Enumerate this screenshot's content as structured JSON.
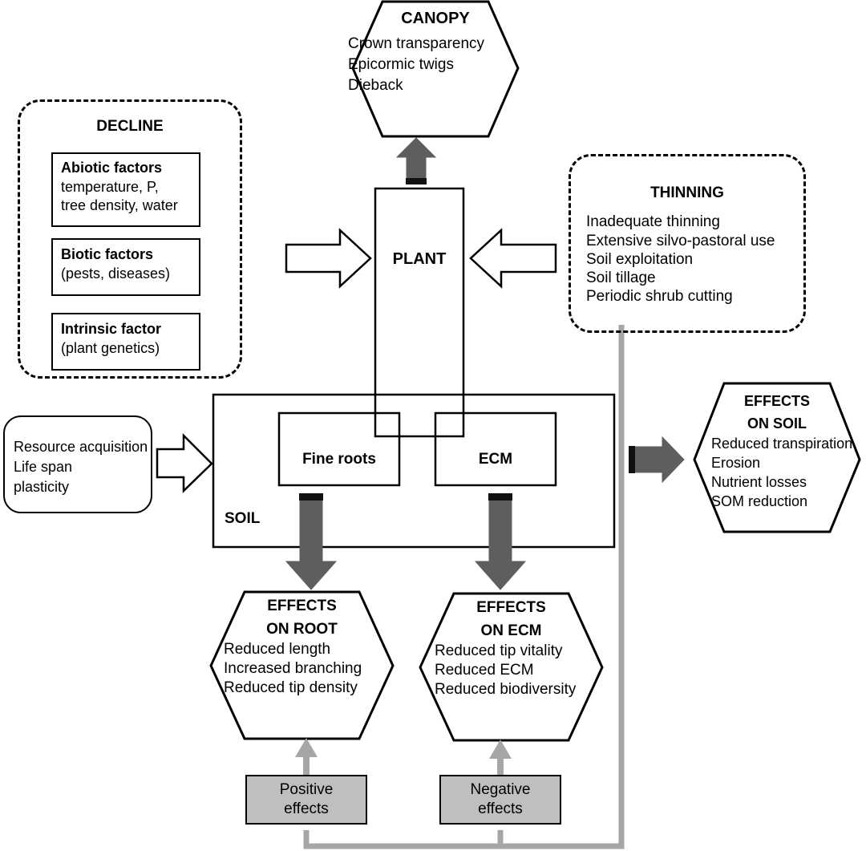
{
  "diagram": {
    "title": "Conceptual diagram of plant decline, thinning and effects on roots, ECM and soil",
    "colors": {
      "outline": "#000000",
      "dark_arrow": "#5e5e5e",
      "dark_arrow_cap": "#111111",
      "light_arrow": "#a6a6a6",
      "gray_box_fill": "#bfbfbf",
      "connector_gray": "#a6a6a6",
      "background": "#ffffff"
    }
  },
  "canopy": {
    "title": "CANOPY",
    "lines": [
      "Crown transparency",
      "Epicormic twigs",
      "Dieback"
    ]
  },
  "decline": {
    "title": "DECLINE",
    "factors": [
      {
        "heading": "Abiotic factors",
        "lines": [
          "temperature, P,",
          "tree density, water"
        ]
      },
      {
        "heading": "Biotic factors",
        "lines": [
          "(pests, diseases)"
        ]
      },
      {
        "heading": "Intrinsic factor",
        "lines": [
          "(plant genetics)"
        ]
      }
    ]
  },
  "thinning": {
    "title": "THINNING",
    "lines": [
      "Inadequate thinning",
      "Extensive silvo-pastoral use",
      "Soil exploitation",
      "Soil tillage",
      "Periodic shrub cutting"
    ]
  },
  "plant": {
    "label": "PLANT"
  },
  "soil": {
    "label": "SOIL",
    "compartments": [
      {
        "label": "Fine roots"
      },
      {
        "label": "ECM"
      }
    ]
  },
  "resource": {
    "lines": [
      "Resource acquisition",
      "Life span",
      "plasticity"
    ]
  },
  "effects_on_soil": {
    "title_lines": [
      "EFFECTS",
      "ON SOIL"
    ],
    "lines": [
      "Reduced transpiration",
      "Erosion",
      "Nutrient losses",
      "SOM reduction"
    ]
  },
  "effects_on_root": {
    "title_lines": [
      "EFFECTS",
      "ON ROOT"
    ],
    "lines": [
      "Reduced length",
      "Increased branching",
      "Reduced tip density"
    ]
  },
  "effects_on_ecm": {
    "title_lines": [
      "EFFECTS",
      "ON ECM"
    ],
    "lines": [
      "Reduced tip vitality",
      "Reduced ECM",
      "Reduced biodiversity"
    ]
  },
  "effect_boxes": [
    {
      "lines": [
        "Positive",
        "effects"
      ]
    },
    {
      "lines": [
        "Negative",
        "effects"
      ]
    }
  ]
}
